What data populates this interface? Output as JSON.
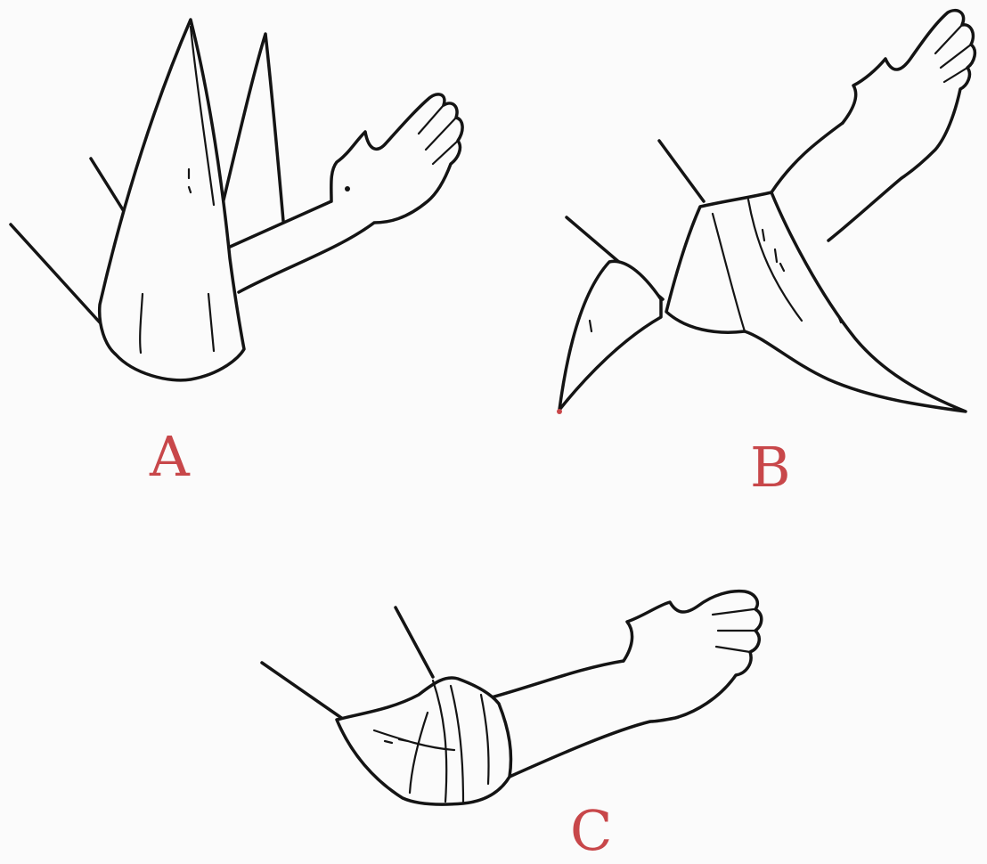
{
  "panels": [
    {
      "id": "A",
      "label": "A"
    },
    {
      "id": "B",
      "label": "B"
    },
    {
      "id": "C",
      "label": "C"
    }
  ],
  "colors": {
    "label": "#c8474a",
    "line": "#141414",
    "background": "#fbfbfb"
  }
}
